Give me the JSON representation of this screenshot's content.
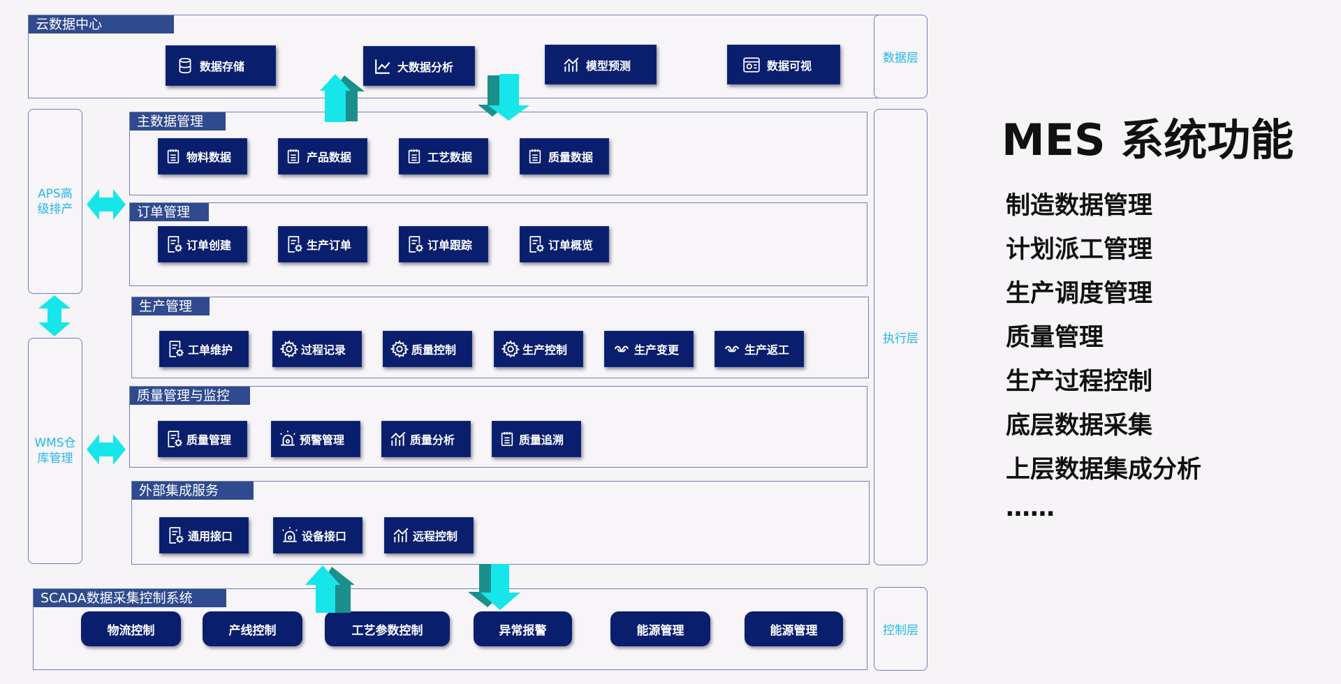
{
  "cloud": {
    "title": "云数据中心",
    "modules": [
      "数据存储",
      "大数据分析",
      "模型预测",
      "数据可视"
    ]
  },
  "layers": {
    "data": "数据层",
    "exec": "执行层",
    "control": "控制层"
  },
  "side": {
    "aps": "APS高级排产",
    "wms": "WMS仓库管理"
  },
  "master": {
    "title": "主数据管理",
    "modules": [
      "物料数据",
      "产品数据",
      "工艺数据",
      "质量数据"
    ]
  },
  "order": {
    "title": "订单管理",
    "modules": [
      "订单创建",
      "生产订单",
      "订单跟踪",
      "订单概览"
    ]
  },
  "production": {
    "title": "生产管理",
    "modules": [
      "工单维护",
      "过程记录",
      "质量控制",
      "生产控制",
      "生产变更",
      "生产返工"
    ]
  },
  "quality": {
    "title": "质量管理与监控",
    "modules": [
      "质量管理",
      "预警管理",
      "质量分析",
      "质量追溯"
    ]
  },
  "external": {
    "title": "外部集成服务",
    "modules": [
      "通用接口",
      "设备接口",
      "远程控制"
    ]
  },
  "scada": {
    "title": "SCADA数据采集控制系统",
    "modules": [
      "物流控制",
      "产线控制",
      "工艺参数控制",
      "异常报警",
      "能源管理",
      "能源管理"
    ]
  },
  "right": {
    "title": "MES 系统功能",
    "features": [
      "制造数据管理",
      "计划派工管理",
      "生产调度管理",
      "质量管理",
      "生产过程控制",
      "底层数据采集",
      "上层数据集成分析",
      "……"
    ]
  },
  "colors": {
    "module_bg": "#0a1e6e",
    "section_header": "#2f4a8e",
    "accent": "#22b7e8",
    "arrow": "#10e0e6"
  }
}
